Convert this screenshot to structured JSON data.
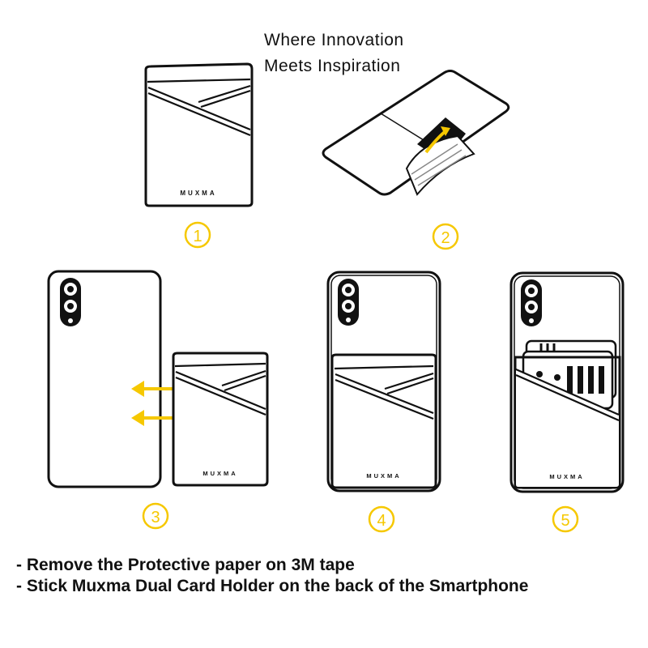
{
  "tagline": {
    "line1": "Where Innovation",
    "line2": "Meets Inspiration"
  },
  "brand": "MUXMA",
  "steps": [
    {
      "number": "1"
    },
    {
      "number": "2"
    },
    {
      "number": "3"
    },
    {
      "number": "4"
    },
    {
      "number": "5"
    }
  ],
  "instructions": [
    "- Remove the Protective paper on 3M tape",
    "- Stick Muxma Dual Card Holder on the back of the Smartphone"
  ],
  "colors": {
    "accent": "#f6c800",
    "outline": "#111111",
    "background": "#ffffff"
  },
  "icons": [
    "arrow-left-icon",
    "peel-arrow-icon",
    "camera-icon"
  ]
}
